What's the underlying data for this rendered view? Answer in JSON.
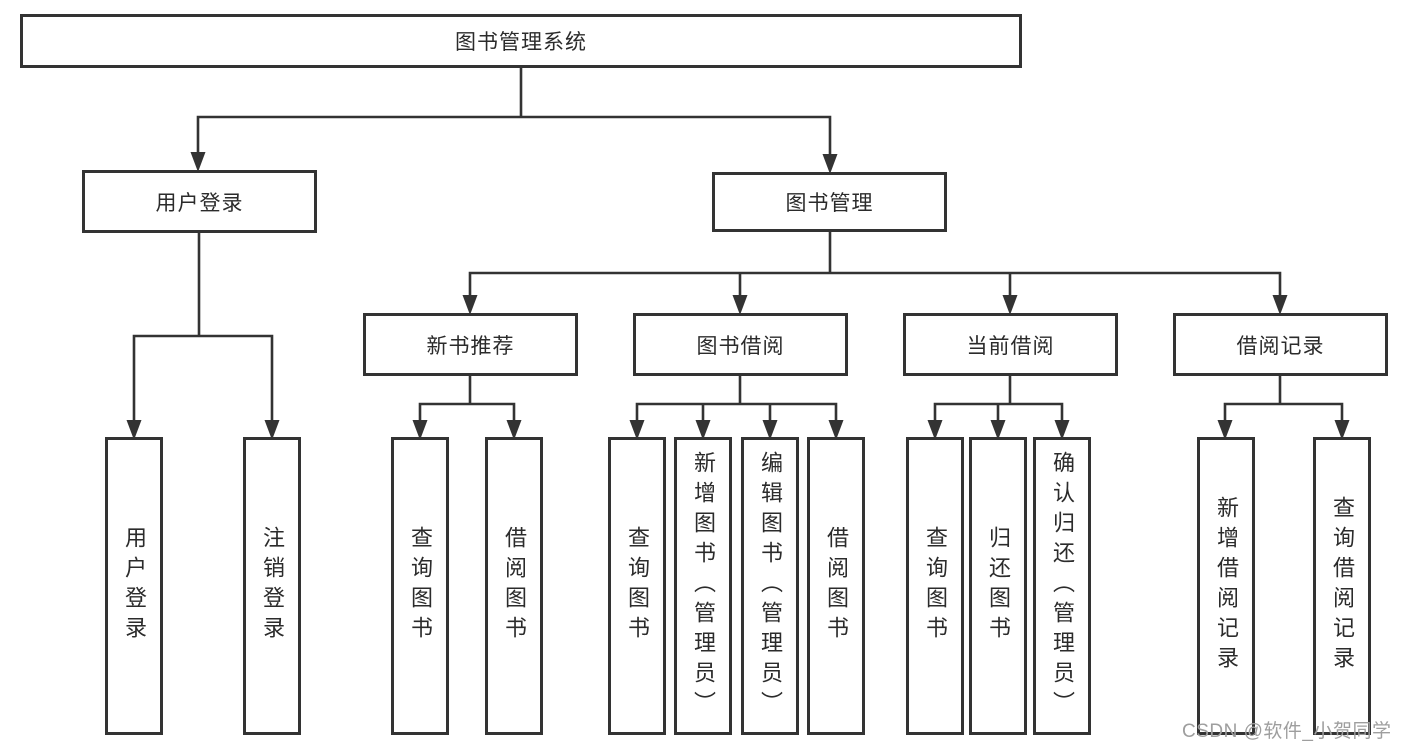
{
  "diagram": {
    "type": "tree",
    "title": "图书管理系统"
  },
  "tree": {
    "root": {
      "label": "图书管理系统"
    },
    "children": [
      {
        "label": "用户登录",
        "leaves": [
          "用户登录",
          "注销登录"
        ]
      },
      {
        "label": "图书管理",
        "children": [
          {
            "label": "新书推荐",
            "leaves": [
              "查询图书",
              "借阅图书"
            ]
          },
          {
            "label": "图书借阅",
            "leaves": [
              "查询图书",
              "新增图书（管理员）",
              "编辑图书（管理员）",
              "借阅图书"
            ]
          },
          {
            "label": "当前借阅",
            "leaves": [
              "查询图书",
              "归还图书",
              "确认归还（管理员）"
            ]
          },
          {
            "label": "借阅记录",
            "leaves": [
              "新增借阅记录",
              "查询借阅记录"
            ]
          }
        ]
      }
    ]
  },
  "watermark": {
    "text": "CSDN @软件_小贺同学"
  },
  "colors": {
    "line": "#333333",
    "text": "#2b2b2b",
    "box_background": "#ffffff",
    "watermark": "#9e9e9e",
    "page_background": "#ffffff"
  }
}
